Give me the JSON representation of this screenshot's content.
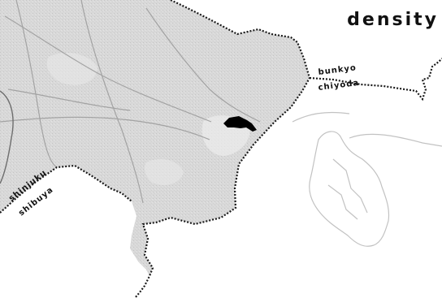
{
  "title": "density",
  "labels": {
    "bunkyo": "bunkyo",
    "chiyoda": "chiyoda",
    "shinjuku": "shinjuku",
    "shibuya": "shibuya"
  },
  "colors": {
    "ward_fill": "#d6d6d6",
    "background": "#ffffff",
    "boundary": "#1a1a1a",
    "landmark": "#000000",
    "outline_sketch": "#bdbdbd",
    "road": "#8a8a8a"
  }
}
